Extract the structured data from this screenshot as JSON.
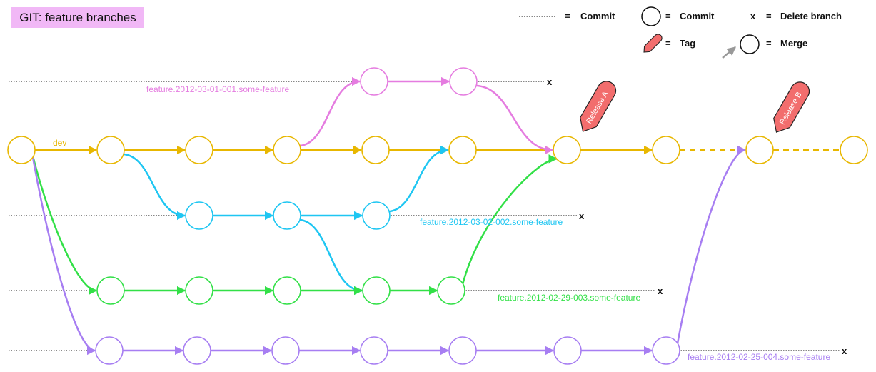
{
  "title": "GIT: feature branches",
  "colors": {
    "title_bg": "#f1b8f6",
    "dev": "#e8b700",
    "pink": "#e57ce0",
    "blue": "#1ec6f2",
    "green": "#32e047",
    "purple": "#a77ef2",
    "tag_fill": "#f26d6d",
    "tag_stroke": "#222222",
    "legend_arrow": "#999999"
  },
  "legend": {
    "commit_line": {
      "eq": "=",
      "label": "Commit"
    },
    "commit_circle": {
      "eq": "=",
      "label": "Commit"
    },
    "delete": {
      "symbol": "x",
      "eq": "=",
      "label": "Delete branch"
    },
    "tag": {
      "eq": "=",
      "label": "Tag"
    },
    "merge": {
      "eq": "=",
      "label": "Merge"
    }
  },
  "branches": {
    "dev": {
      "label": "dev"
    },
    "pink": {
      "label": "feature.2012-03-01-001.some-feature",
      "delete": "x"
    },
    "blue": {
      "label": "feature.2012-03-02-002.some-feature",
      "delete": "x"
    },
    "green": {
      "label": "feature.2012-02-29-003.some-feature",
      "delete": "x"
    },
    "purple": {
      "label": "feature.2012-02-25-004.some-feature",
      "delete": "x"
    }
  },
  "tags": [
    {
      "label": "Release A"
    },
    {
      "label": "Release B"
    }
  ]
}
